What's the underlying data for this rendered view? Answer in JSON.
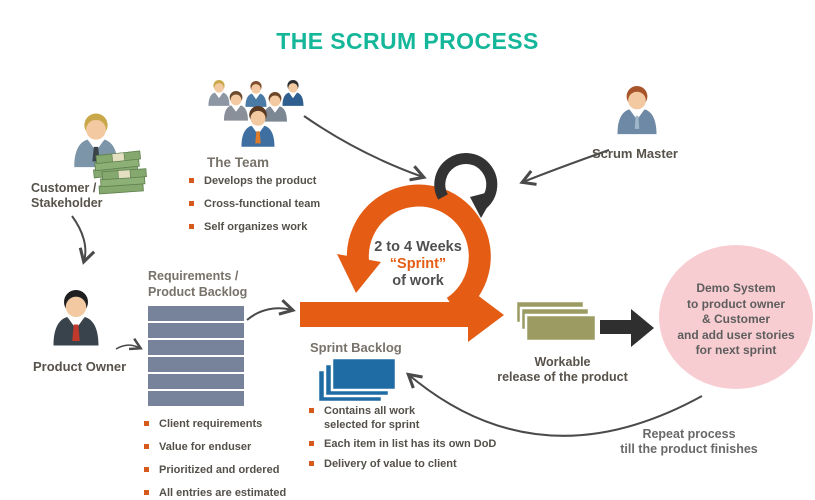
{
  "title": "THE SCRUM PROCESS",
  "team": {
    "label": "The Team",
    "bullets": [
      "Develops the product",
      "Cross-functional team",
      "Self organizes work"
    ]
  },
  "customer": {
    "label_line1": "Customer /",
    "label_line2": "Stakeholder"
  },
  "product_owner": {
    "label": "Product Owner"
  },
  "product_backlog": {
    "heading_line1": "Requirements /",
    "heading_line2": "Product Backlog",
    "bullets": [
      "Client requirements",
      "Value for enduser",
      "Prioritized and ordered",
      "All entries are estimated"
    ]
  },
  "sprint": {
    "line1": "2 to 4 Weeks",
    "line2": "“Sprint”",
    "line3": "of work"
  },
  "sprint_backlog": {
    "heading": "Sprint Backlog",
    "bullets": [
      "Contains all work selected for sprint",
      "Each item in list has its own DoD",
      "Delivery of value to client"
    ]
  },
  "scrum_master": {
    "label": "Scrum Master"
  },
  "workable_release": {
    "label_line1": "Workable",
    "label_line2": "release of the product"
  },
  "demo_circle": {
    "lines": [
      "Demo System",
      "to product owner",
      "& Customer",
      "and add user stories",
      "for next sprint"
    ]
  },
  "repeat_note": {
    "line1": "Repeat process",
    "line2": "till the product finishes"
  },
  "colors": {
    "accent_teal": "#15b79a",
    "accent_orange": "#e55d15",
    "slate_bar": "#76839b",
    "blue_card": "#1e6ca3",
    "olive_card": "#9b9b62",
    "pink_circle": "#f8cdd2",
    "dark_loop": "#333333",
    "thin_arrow": "#4a4a4a"
  }
}
